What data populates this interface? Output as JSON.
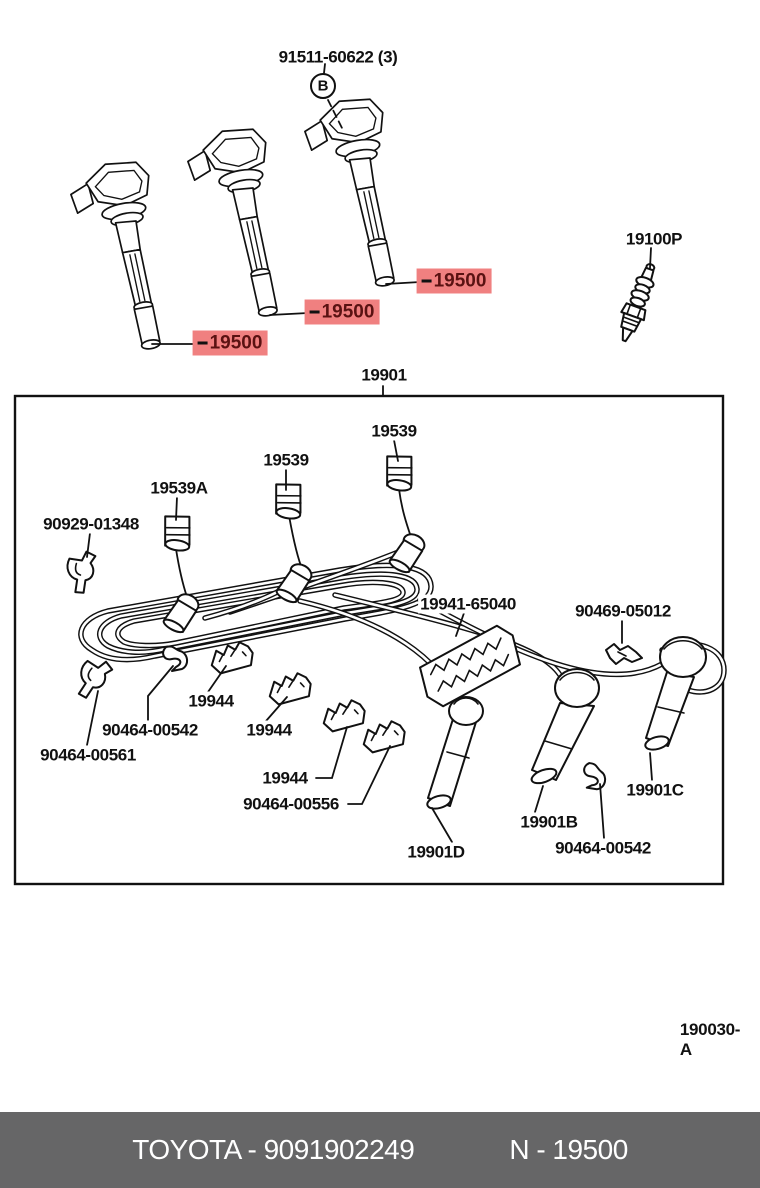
{
  "colors": {
    "line": "#111111",
    "highlight_bg": "#f08080",
    "highlight_text": "#5a1212",
    "footer_bg": "#666667",
    "footer_text": "#ffffff"
  },
  "top_section": {
    "bolt_part_number": "91511-60622 (3)",
    "bolt_marker": "B",
    "coil_labels": [
      {
        "text": "19500"
      },
      {
        "text": "19500"
      },
      {
        "text": "19500"
      }
    ],
    "spark_plug_label": "19100P"
  },
  "wire_box": {
    "assembly_label": "19901",
    "part_labels": [
      {
        "text": "19539"
      },
      {
        "text": "19539"
      },
      {
        "text": "19539A"
      },
      {
        "text": "90929-01348"
      },
      {
        "text": "19941-65040"
      },
      {
        "text": "90469-05012"
      },
      {
        "text": "19944"
      },
      {
        "text": "90464-00542"
      },
      {
        "text": "19944"
      },
      {
        "text": "90464-00561"
      },
      {
        "text": "19944"
      },
      {
        "text": "90464-00556"
      },
      {
        "text": "19901C"
      },
      {
        "text": "19901B"
      },
      {
        "text": "90464-00542"
      },
      {
        "text": "19901D"
      }
    ]
  },
  "figure_code": "190030-A",
  "footer": {
    "left_text": "TOYOTA - 9091902249",
    "right_text": "N - 19500"
  }
}
